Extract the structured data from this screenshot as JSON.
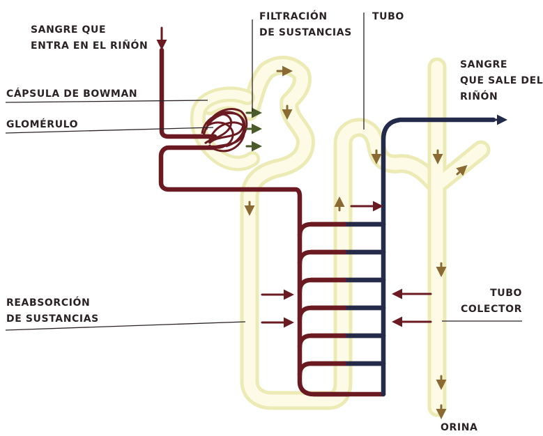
{
  "colors": {
    "artery": "#6b1a22",
    "vein": "#232a4a",
    "tubule_fill": "#fdfbe6",
    "tubule_glow": "#ecebb6",
    "arrow_red": "#6b1a22",
    "arrow_brown": "#8a6a32",
    "arrow_navy": "#232a4a",
    "ink": "#2a2226"
  },
  "labels": {
    "blood_in": [
      "SANGRE QUE",
      "ENTRA EN EL RIÑÓN"
    ],
    "bowman": "CÁPSULA DE BOWMAN",
    "glomerulus": "GLOMÉRULO",
    "filtration": [
      "FILTRACIÓN",
      "DE SUSTANCIAS"
    ],
    "tube": "TUBO",
    "blood_out": [
      "SANGRE",
      "QUE SALE DEL",
      "RIÑÓN"
    ],
    "reabsorption": [
      "REABSORCIÓN",
      "DE SUSTANCIAS"
    ],
    "collecting_duct": [
      "TUBO",
      "COLECTOR"
    ],
    "urine": "ORINA"
  }
}
